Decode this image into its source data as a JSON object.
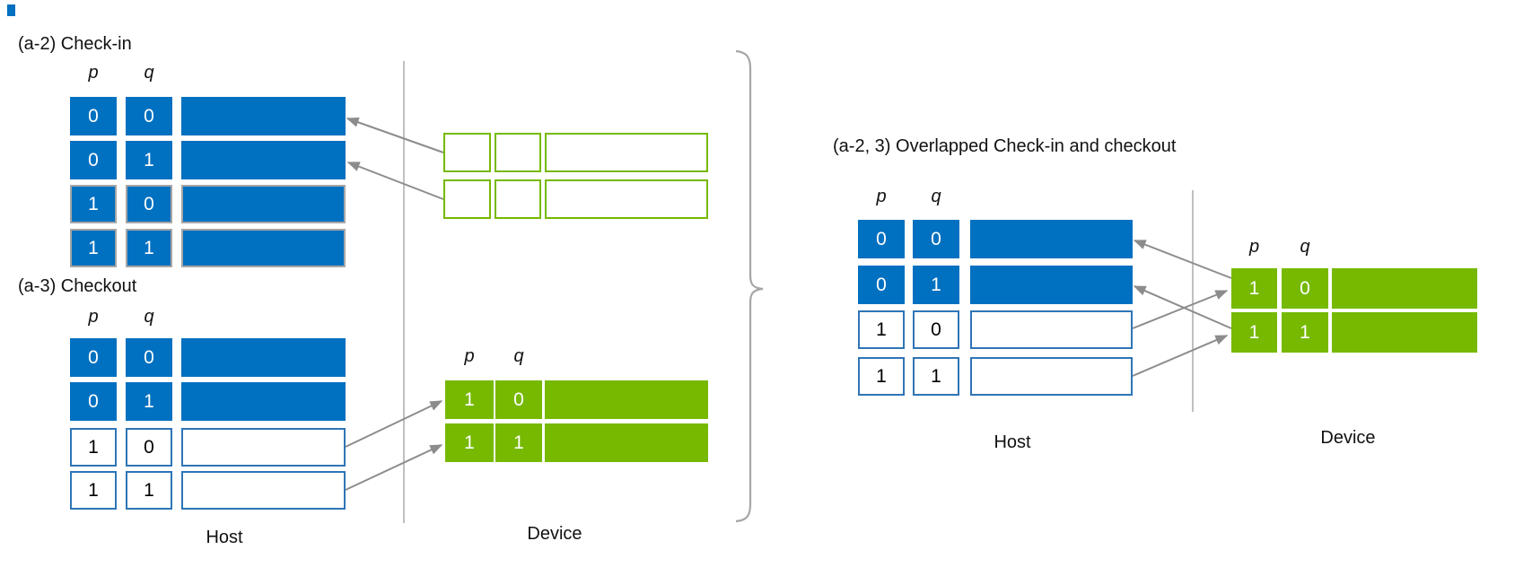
{
  "colors": {
    "host_blue": "#0070C0",
    "device_green": "#76B900",
    "arrow_gray": "#8C8C8C",
    "divider_gray": "#A6A6A6"
  },
  "left": {
    "checkin": {
      "title": "(a-2) Check-in",
      "col_p": "p",
      "col_q": "q",
      "rows": [
        {
          "p": "0",
          "q": "0",
          "filled": true
        },
        {
          "p": "0",
          "q": "1",
          "filled": true
        },
        {
          "p": "1",
          "q": "0",
          "filled": true
        },
        {
          "p": "1",
          "q": "1",
          "filled": true
        }
      ]
    },
    "checkout": {
      "title": "(a-3) Checkout",
      "col_p": "p",
      "col_q": "q",
      "rows": [
        {
          "p": "0",
          "q": "0",
          "filled": true
        },
        {
          "p": "0",
          "q": "1",
          "filled": true
        },
        {
          "p": "1",
          "q": "0",
          "filled": false
        },
        {
          "p": "1",
          "q": "1",
          "filled": false
        }
      ]
    },
    "device_table": {
      "col_p": "p",
      "col_q": "q",
      "rows": [
        {
          "p": "1",
          "q": "0"
        },
        {
          "p": "1",
          "q": "1"
        }
      ]
    },
    "host_label": "Host",
    "device_label": "Device"
  },
  "right": {
    "title": "(a-2, 3) Overlapped Check-in and checkout",
    "host_table": {
      "col_p": "p",
      "col_q": "q",
      "rows": [
        {
          "p": "0",
          "q": "0",
          "filled": true
        },
        {
          "p": "0",
          "q": "1",
          "filled": true
        },
        {
          "p": "1",
          "q": "0",
          "filled": false
        },
        {
          "p": "1",
          "q": "1",
          "filled": false
        }
      ]
    },
    "device_table": {
      "col_p": "p",
      "col_q": "q",
      "rows": [
        {
          "p": "1",
          "q": "0"
        },
        {
          "p": "1",
          "q": "1"
        }
      ]
    },
    "host_label": "Host",
    "device_label": "Device"
  }
}
